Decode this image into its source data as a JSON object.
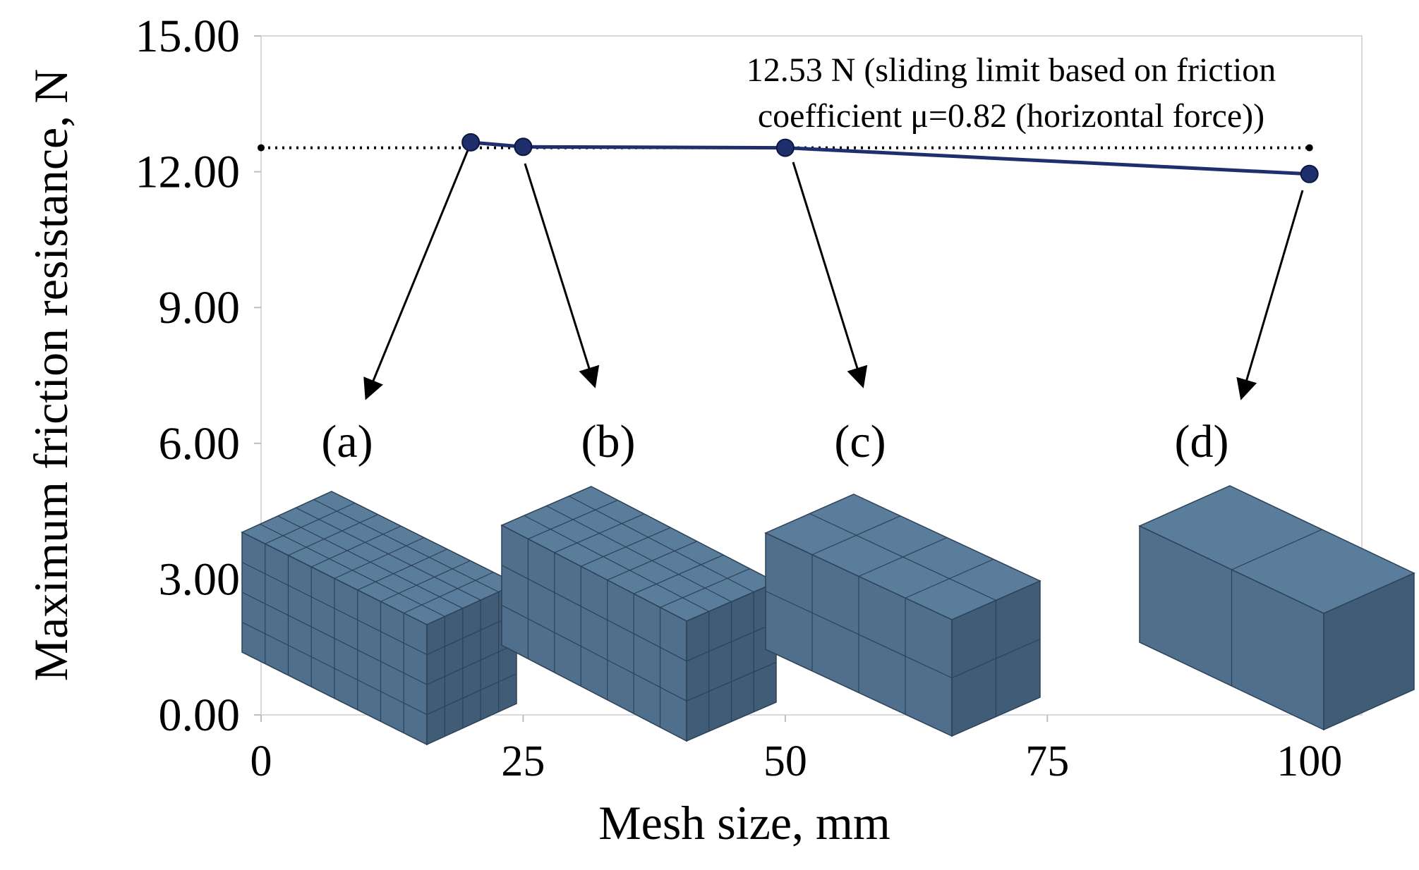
{
  "chart_data": {
    "type": "line",
    "xlabel": "Mesh size, mm",
    "ylabel": "Maximum friction resistance, N",
    "xlim": [
      0,
      105
    ],
    "ylim": [
      0,
      15
    ],
    "x_ticks": [
      0,
      25,
      50,
      75,
      100
    ],
    "x_tick_labels": [
      "0",
      "25",
      "50",
      "75",
      "100"
    ],
    "y_ticks": [
      0,
      3,
      6,
      9,
      12,
      15
    ],
    "y_tick_labels": [
      "0.00",
      "3.00",
      "6.00",
      "9.00",
      "12.00",
      "15.00"
    ],
    "grid": false,
    "series": [
      {
        "x": [
          20,
          25,
          50,
          100
        ],
        "y": [
          12.65,
          12.55,
          12.53,
          11.95
        ],
        "color": "#1f2f6b",
        "style": "solid",
        "marker": "circle"
      },
      {
        "x": [
          0,
          100
        ],
        "y": [
          12.53,
          12.53
        ],
        "color": "#000000",
        "style": "dotted"
      }
    ],
    "annotation": {
      "line1": "12.53 N (sliding limit based on friction",
      "line2": "coefficient μ=0.82 (horizontal force))"
    },
    "mesh_panels": [
      {
        "label": "(a)",
        "mesh_size": 20,
        "divisions": [
          8,
          5,
          4
        ]
      },
      {
        "label": "(b)",
        "mesh_size": 25,
        "divisions": [
          7,
          4,
          3
        ]
      },
      {
        "label": "(c)",
        "mesh_size": 50,
        "divisions": [
          4,
          2,
          2
        ]
      },
      {
        "label": "(d)",
        "mesh_size": 100,
        "divisions": [
          2,
          1,
          1
        ]
      }
    ],
    "block_colors": {
      "top": "#5a7d9b",
      "front": "#4f6f8d",
      "side": "#405c77",
      "lines": "#2c4258"
    }
  }
}
